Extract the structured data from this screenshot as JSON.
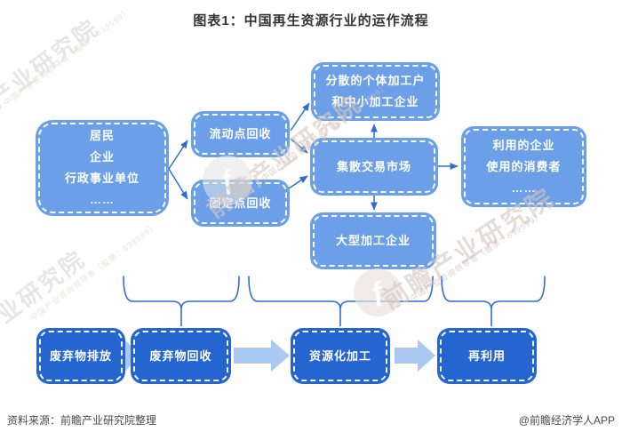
{
  "title": "图表1：中国再生资源行业的运作流程",
  "colors": {
    "light_box": "#6BA0E8",
    "dark_box": "#2565CF",
    "arrow": "#2E6ED3",
    "fat_arrow": "#A9C9F2",
    "brace": "#2F6FD3",
    "title_text": "#333333",
    "footer_text": "#4A4A4A",
    "watermark_gray": "#E6E6E6"
  },
  "flow": {
    "source": {
      "lines": [
        "居民",
        "企业",
        "行政事业单位",
        "……"
      ]
    },
    "mobile_collection": {
      "label": "流动点回收"
    },
    "fixed_collection": {
      "label": "固定点回收"
    },
    "small_processors": {
      "lines": [
        "分散的个体加工户",
        "和中小加工企业"
      ]
    },
    "trading_market": {
      "label": "集散交易市场"
    },
    "large_processors": {
      "label": "大型加工企业"
    },
    "end_users": {
      "lines": [
        "利用的企业",
        "使用的消费者",
        "……"
      ]
    }
  },
  "stages": [
    {
      "label": "废弃物排放"
    },
    {
      "label": "废弃物回收"
    },
    {
      "label": "资源化加工"
    },
    {
      "label": "再利用"
    }
  ],
  "watermark": {
    "brand": "前瞻产业研究院",
    "tagline": "中国产业咨询领导者（股票：839599）",
    "logo_glyph": "ƒ"
  },
  "footer": {
    "source": "资料来源：前瞻产业研究院整理",
    "credit": "@前瞻经济学人APP"
  }
}
